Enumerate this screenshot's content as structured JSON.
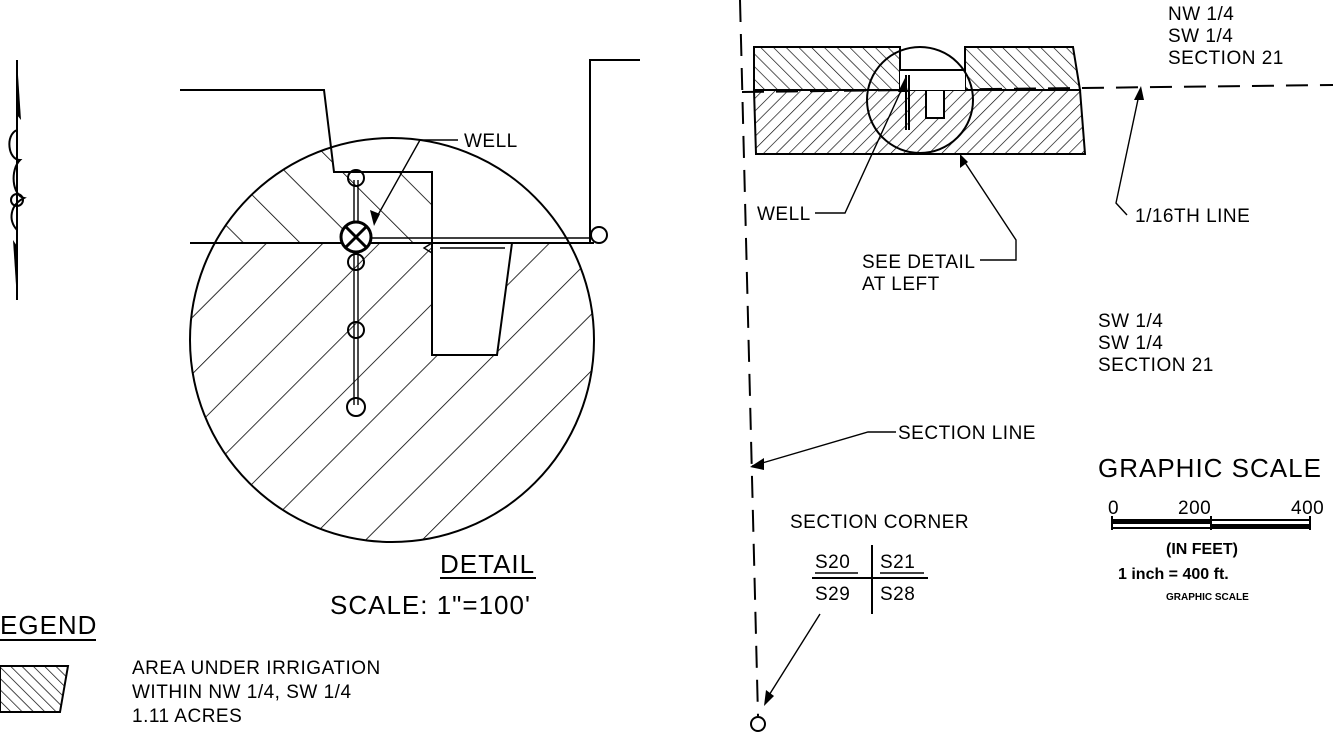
{
  "detail": {
    "well_label": "WELL",
    "title": "DETAIL",
    "scale": "SCALE:  1\"=100'"
  },
  "legend": {
    "title": "EGEND",
    "desc_line1": "AREA UNDER IRRIGATION",
    "desc_line2": "WITHIN NW 1/4, SW 1/4",
    "desc_line3": "1.11 ACRES"
  },
  "map": {
    "nw_line1": "NW 1/4",
    "nw_line2": "SW 1/4",
    "nw_line3": "SECTION 21",
    "sw_line1": "SW 1/4",
    "sw_line2": "SW 1/4",
    "sw_line3": "SECTION 21",
    "well_label": "WELL",
    "line_16th": "1/16TH LINE",
    "see_detail_1": "SEE DETAIL",
    "see_detail_2": "AT LEFT",
    "section_line": "SECTION LINE",
    "section_corner": "SECTION CORNER",
    "s20": "S20",
    "s21": "S21",
    "s29": "S29",
    "s28": "S28"
  },
  "graphic_scale": {
    "title": "GRAPHIC SCALE",
    "tick_0": "0",
    "tick_200": "200",
    "tick_400": "400",
    "units": "(IN FEET)",
    "ratio": "1 inch = 400 ft.",
    "caption": "GRAPHIC SCALE"
  },
  "icons": {
    "north_arrow": "north-arrow-icon"
  }
}
